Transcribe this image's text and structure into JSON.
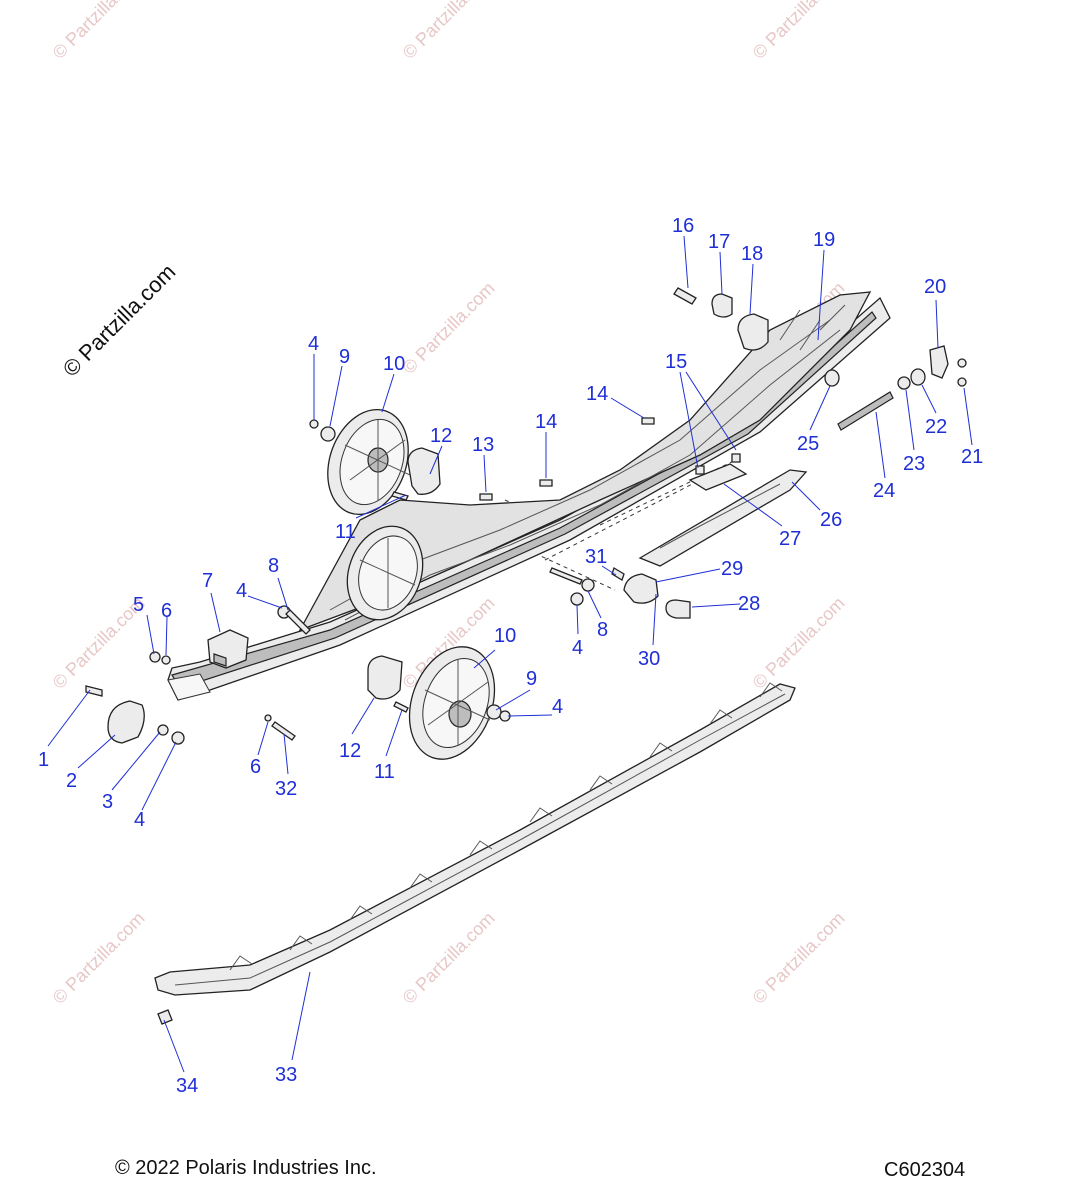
{
  "diagram": {
    "callouts": [
      "1",
      "2",
      "3",
      "4",
      "5",
      "6",
      "7",
      "4",
      "8",
      "4",
      "9",
      "10",
      "11",
      "12",
      "13",
      "14",
      "14",
      "15",
      "16",
      "17",
      "18",
      "19",
      "20",
      "21",
      "22",
      "23",
      "24",
      "25",
      "26",
      "27",
      "28",
      "29",
      "30",
      "31",
      "8",
      "4",
      "10",
      "9",
      "4",
      "12",
      "11",
      "6",
      "32",
      "33",
      "34"
    ],
    "watermark_main": "© Partzilla.com",
    "watermark_tile": "© Partzilla.com"
  },
  "footer": {
    "copyright": "© 2022 Polaris Industries Inc.",
    "code": "C602304"
  },
  "colors": {
    "callout": "#1f2fd6",
    "watermark": "#e8c7c7"
  }
}
